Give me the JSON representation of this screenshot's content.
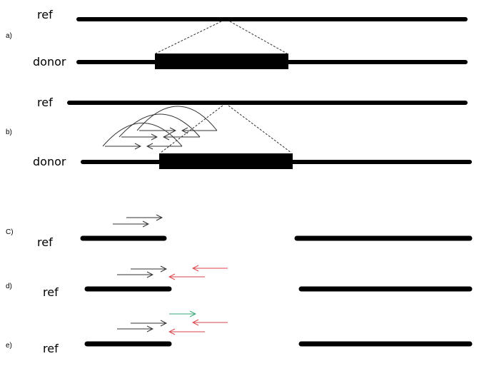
{
  "colors": {
    "sequence": "#000000",
    "read": "#333333",
    "read_reverse_red": "#d9454a",
    "read_green": "#3aa67a",
    "dashed": "#333333"
  },
  "panels": [
    {
      "id": "a",
      "label": "a)",
      "rows": [
        {
          "label": "ref"
        },
        {
          "label": "donor"
        }
      ]
    },
    {
      "id": "b",
      "label": "b)",
      "rows": [
        {
          "label": "ref"
        },
        {
          "label": "donor"
        }
      ]
    },
    {
      "id": "c",
      "label": "C)",
      "rows": [
        {
          "label": "ref"
        }
      ]
    },
    {
      "id": "d",
      "label": "d)",
      "rows": [
        {
          "label": "ref"
        }
      ]
    },
    {
      "id": "e",
      "label": "e)",
      "rows": [
        {
          "label": "ref"
        }
      ]
    }
  ]
}
